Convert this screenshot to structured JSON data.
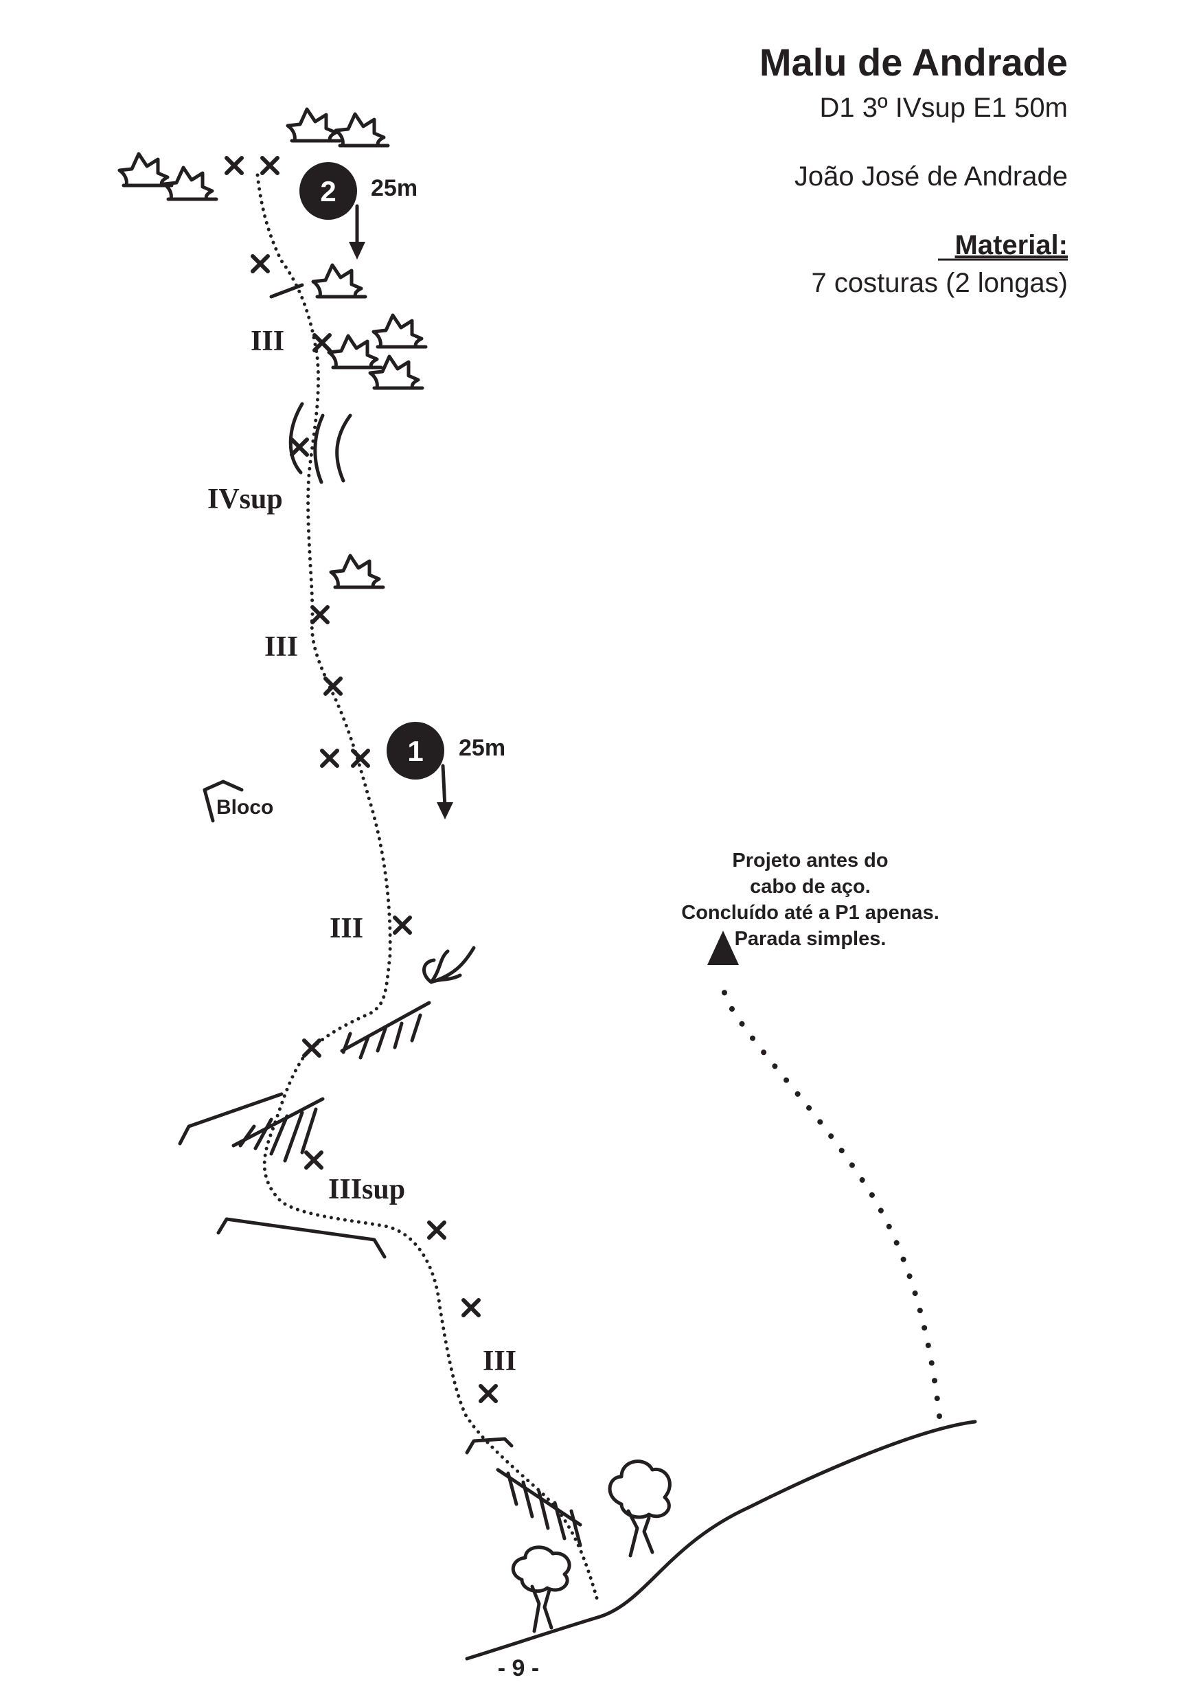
{
  "header": {
    "route_name": "Malu de Andrade",
    "route_info": "D1 3º IVsup E1 50m",
    "first_ascent": "João José de Andrade",
    "material_title": "Material:",
    "material_list": "7 costuras (2 longas)"
  },
  "pitches": [
    {
      "number": "1",
      "length": "25m"
    },
    {
      "number": "2",
      "length": "25m"
    }
  ],
  "grades": [
    "III",
    "IVsup",
    "III",
    "III",
    "IIIsup",
    "III"
  ],
  "bloco_label": "Bloco",
  "project_note": {
    "lines": [
      "Projeto antes do",
      "cabo de aço.",
      "Concluído até a P1 apenas.",
      "Parada simples."
    ]
  },
  "page_number": "- 9 -"
}
